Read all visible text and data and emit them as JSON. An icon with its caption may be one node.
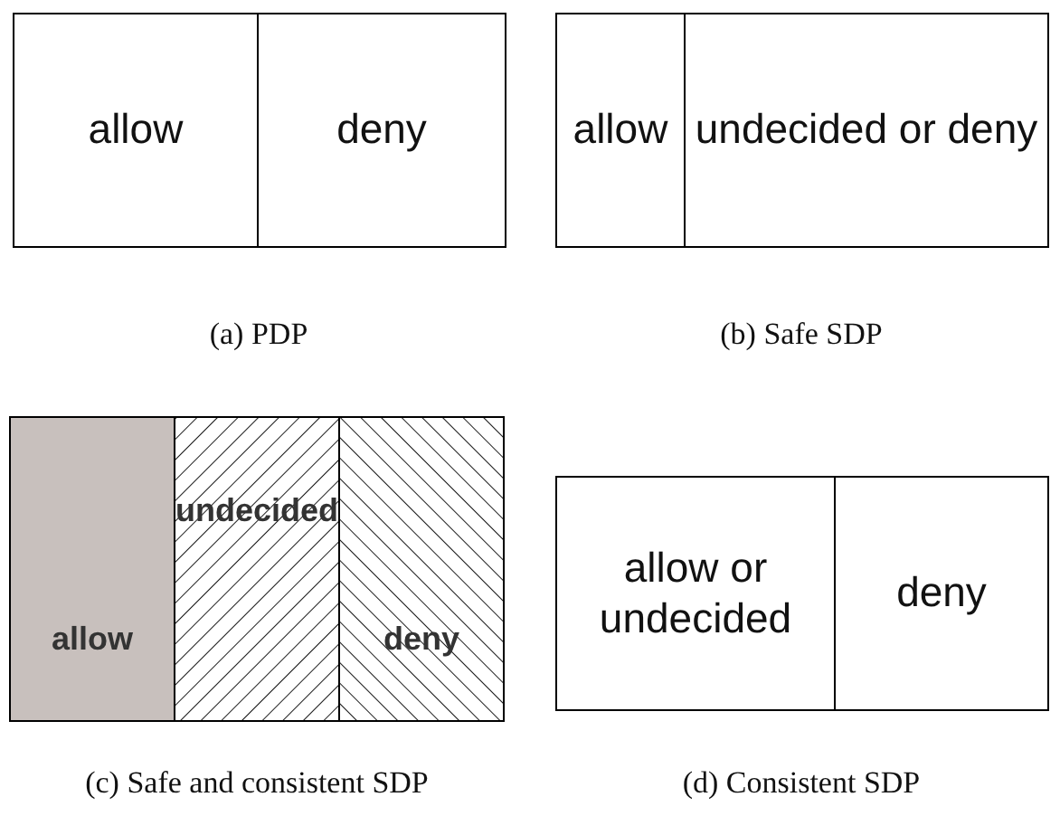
{
  "diagram": {
    "nodes": [
      {
        "text": [
          "allow"
        ]
      },
      {
        "text": [
          "deny"
        ]
      },
      {
        "text": [
          "allow"
        ]
      },
      {
        "text": [
          "undecided or deny"
        ]
      },
      {
        "text": [
          "allow"
        ]
      },
      {
        "text": [
          "undecided"
        ]
      },
      {
        "text": [
          "deny"
        ]
      },
      {
        "text": [
          "allow or undecided"
        ]
      },
      {
        "text": [
          "deny"
        ]
      }
    ],
    "labels": [
      "(a) PDP",
      "(b) Safe SDP",
      "(c) Safe and consistent SDP",
      "(d) Consistent SDP"
    ]
  }
}
